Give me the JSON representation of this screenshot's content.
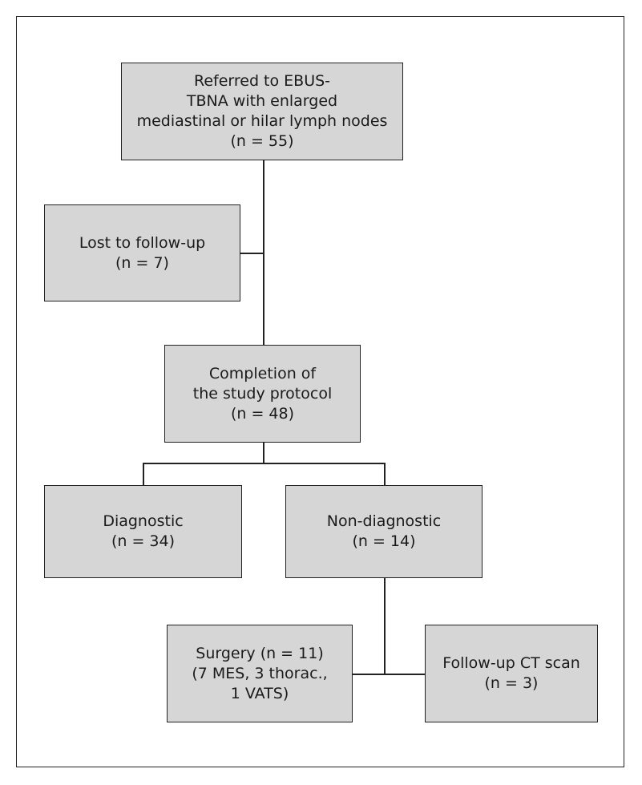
{
  "flowchart": {
    "referred": {
      "line1": "Referred to EBUS-",
      "line2": "TBNA with enlarged",
      "line3": "mediastinal or hilar lymph nodes",
      "count": "(n = 55)"
    },
    "lost": {
      "line1": "Lost to follow-up",
      "count": "(n = 7)"
    },
    "completion": {
      "line1": "Completion of",
      "line2": "the study protocol",
      "count": "(n = 48)"
    },
    "diagnostic": {
      "line1": "Diagnostic",
      "count": "(n = 34)"
    },
    "nondiagnostic": {
      "line1": "Non-diagnostic",
      "count": "(n = 14)"
    },
    "surgery": {
      "line1": "Surgery (n = 11)",
      "line2": "(7 MES, 3 thorac.,",
      "line3": "1 VATS)"
    },
    "followup": {
      "line1": "Follow-up CT scan",
      "count": "(n = 3)"
    }
  }
}
